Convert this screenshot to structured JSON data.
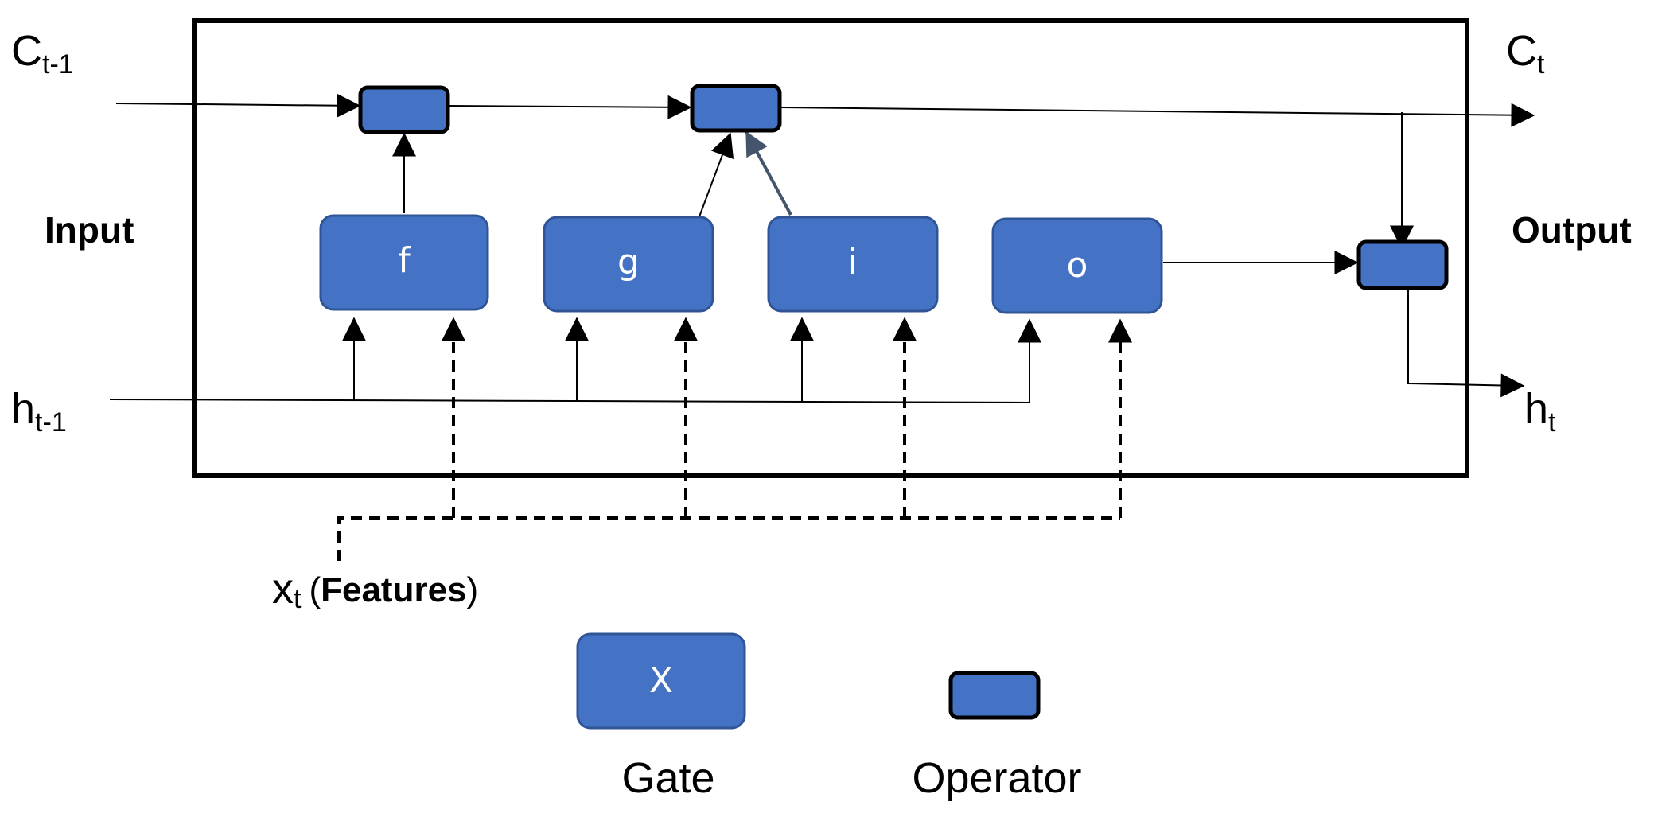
{
  "cell": {
    "input_label": "Input",
    "output_label": "Output"
  },
  "gates": [
    {
      "key": "forget",
      "label": "f"
    },
    {
      "key": "candidate",
      "label": "g"
    },
    {
      "key": "input",
      "label": "i"
    },
    {
      "key": "output",
      "label": "o"
    }
  ],
  "vars": {
    "c_prev": {
      "main": "C",
      "sub": "t-1"
    },
    "c_next": {
      "main": "C",
      "sub": "t"
    },
    "h_prev": {
      "main": "h",
      "sub": "t-1"
    },
    "h_next": {
      "main": "h",
      "sub": "t"
    },
    "x_t": {
      "main": "x",
      "sub": "t",
      "open": "(",
      "bold": "Features",
      "close": ")"
    }
  },
  "legend": {
    "gate_sample": "X",
    "gate_label": "Gate",
    "operator_label": "Operator"
  },
  "colors": {
    "box_fill": "#4472C4",
    "box_stroke": "#2F5597",
    "operator_stroke": "#000000",
    "line": "#000000",
    "input_gate_arrow": "#44546A"
  }
}
